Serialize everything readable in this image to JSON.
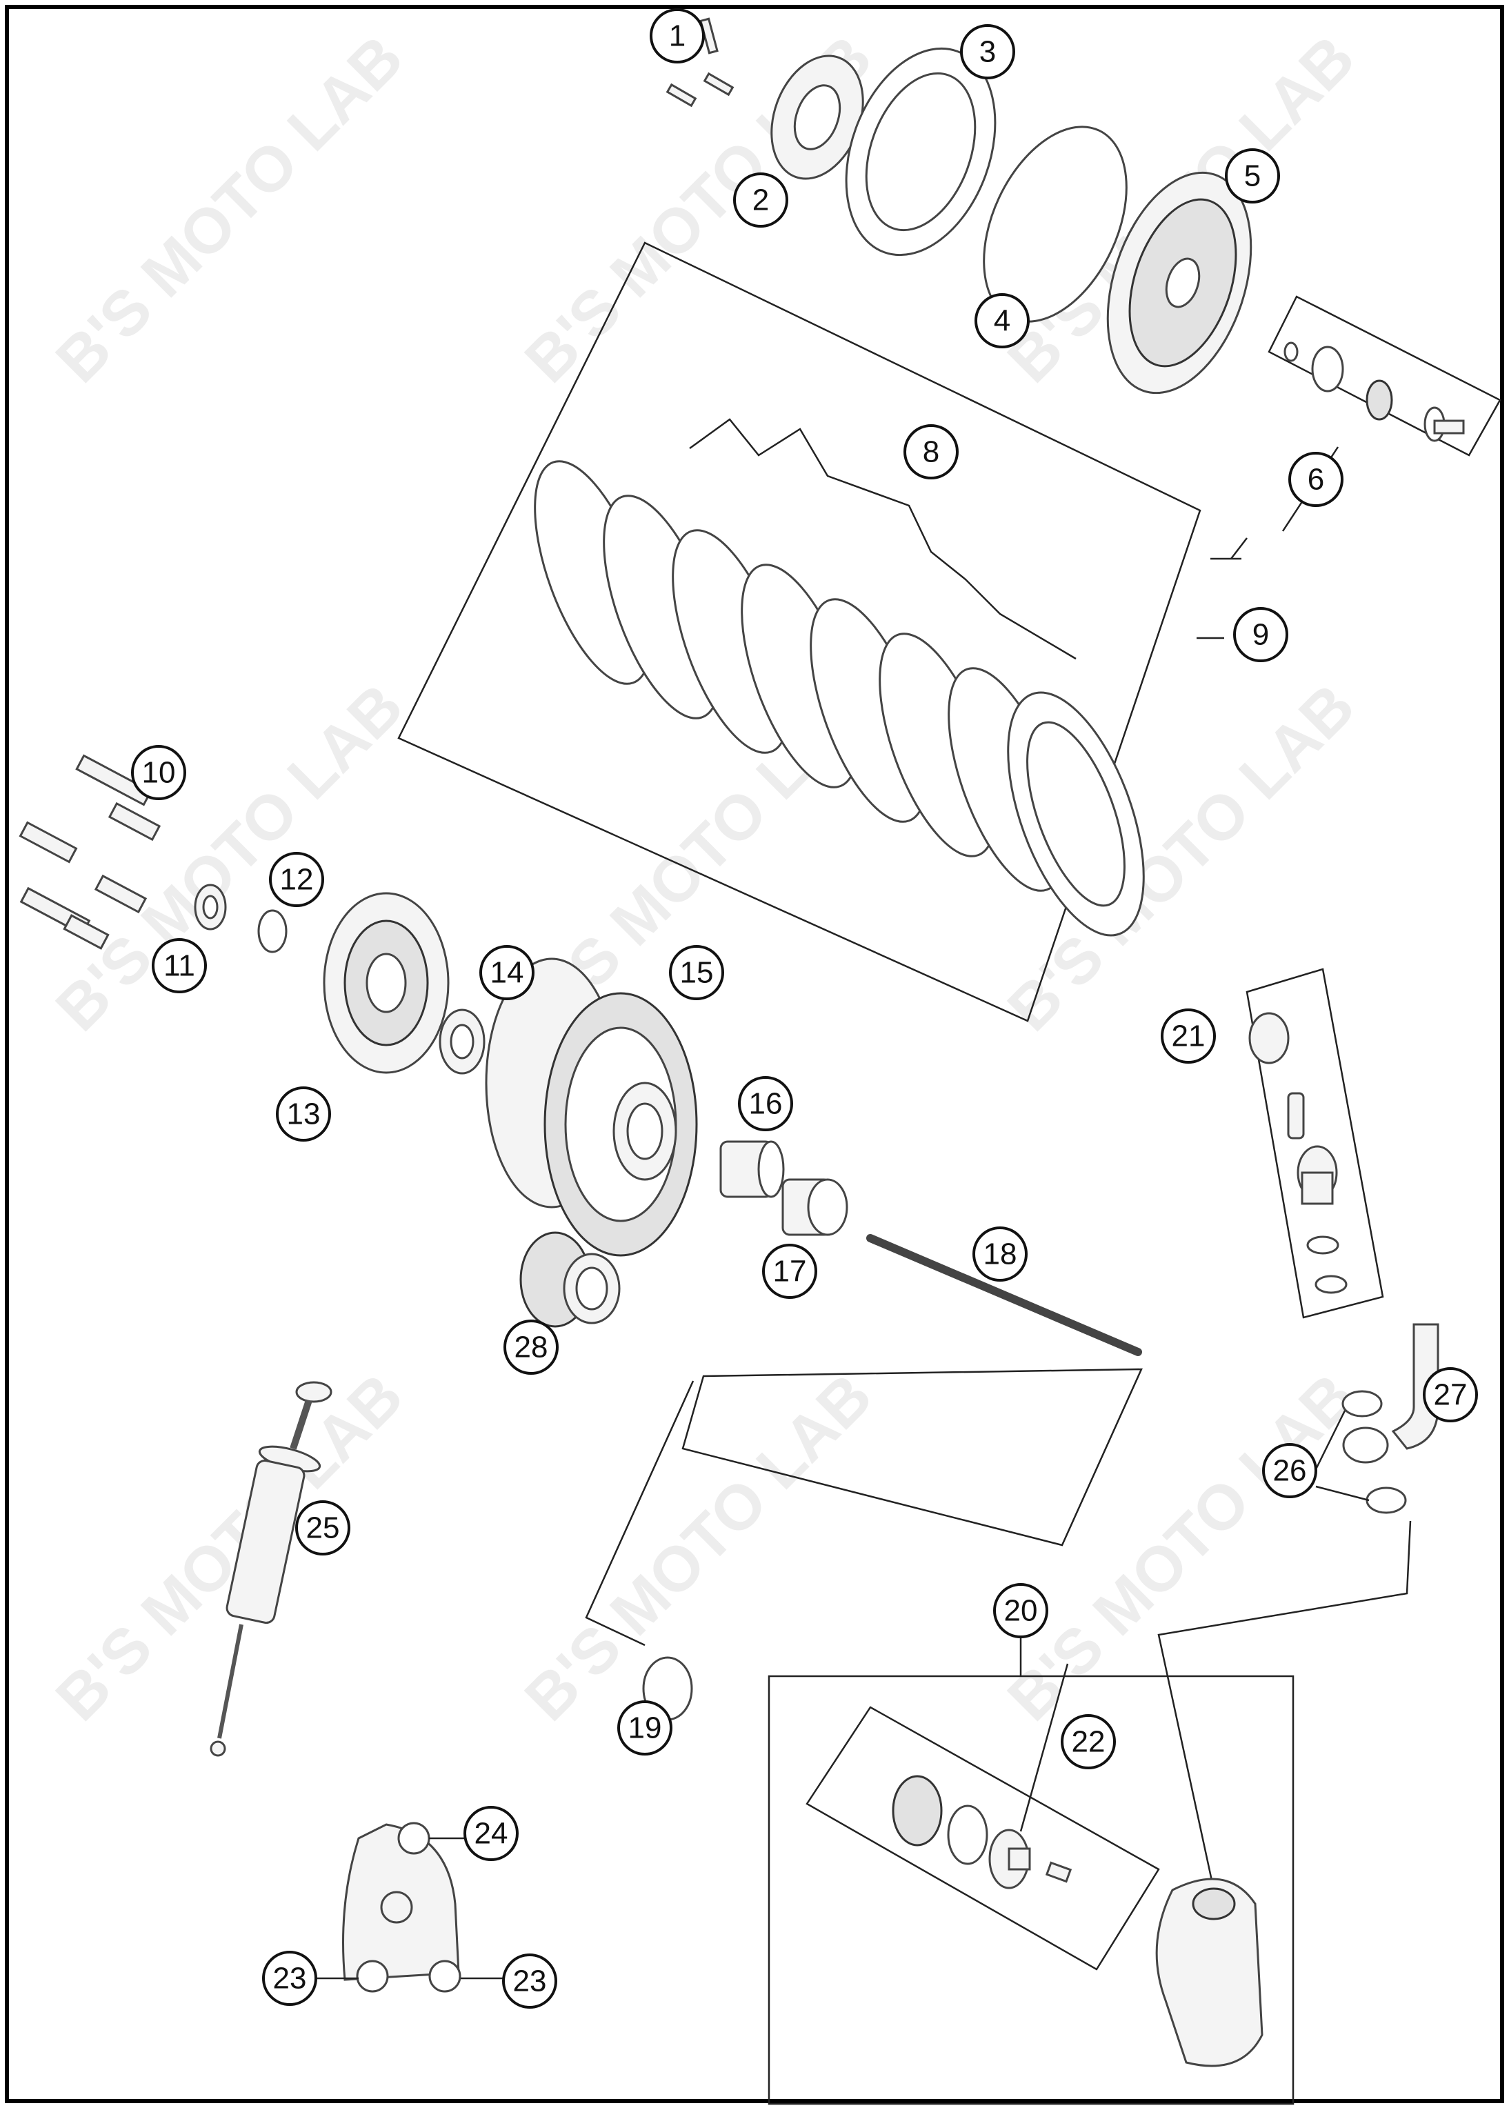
{
  "watermark": {
    "text": "B'S MOTO LAB"
  },
  "callouts": [
    {
      "id": "c1",
      "label": "1"
    },
    {
      "id": "c2",
      "label": "2"
    },
    {
      "id": "c3",
      "label": "3"
    },
    {
      "id": "c4",
      "label": "4"
    },
    {
      "id": "c5",
      "label": "5"
    },
    {
      "id": "c6",
      "label": "6"
    },
    {
      "id": "c8",
      "label": "8"
    },
    {
      "id": "c9",
      "label": "9"
    },
    {
      "id": "c10",
      "label": "10"
    },
    {
      "id": "c11",
      "label": "11"
    },
    {
      "id": "c12",
      "label": "12"
    },
    {
      "id": "c13",
      "label": "13"
    },
    {
      "id": "c14",
      "label": "14"
    },
    {
      "id": "c15",
      "label": "15"
    },
    {
      "id": "c16",
      "label": "16"
    },
    {
      "id": "c17",
      "label": "17"
    },
    {
      "id": "c18",
      "label": "18"
    },
    {
      "id": "c19",
      "label": "19"
    },
    {
      "id": "c20",
      "label": "20"
    },
    {
      "id": "c21",
      "label": "21"
    },
    {
      "id": "c22",
      "label": "22"
    },
    {
      "id": "c23a",
      "label": "23"
    },
    {
      "id": "c23b",
      "label": "23"
    },
    {
      "id": "c24",
      "label": "24"
    },
    {
      "id": "c25",
      "label": "25"
    },
    {
      "id": "c26",
      "label": "26"
    },
    {
      "id": "c27",
      "label": "27"
    },
    {
      "id": "c28",
      "label": "28"
    }
  ]
}
